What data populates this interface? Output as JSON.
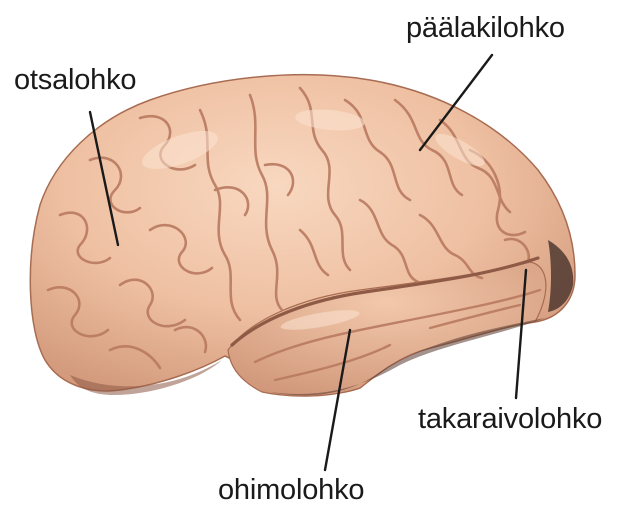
{
  "diagram": {
    "labels": {
      "frontal": "otsalohko",
      "parietal": "päälakilohko",
      "occipital": "takaraivolohko",
      "temporal": "ohimolohko"
    },
    "colors": {
      "brain_light": "#f3c9ac",
      "brain_mid": "#e7ae8e",
      "brain_shadow": "#b9806a",
      "leader_line": "#1a1a1a"
    }
  }
}
